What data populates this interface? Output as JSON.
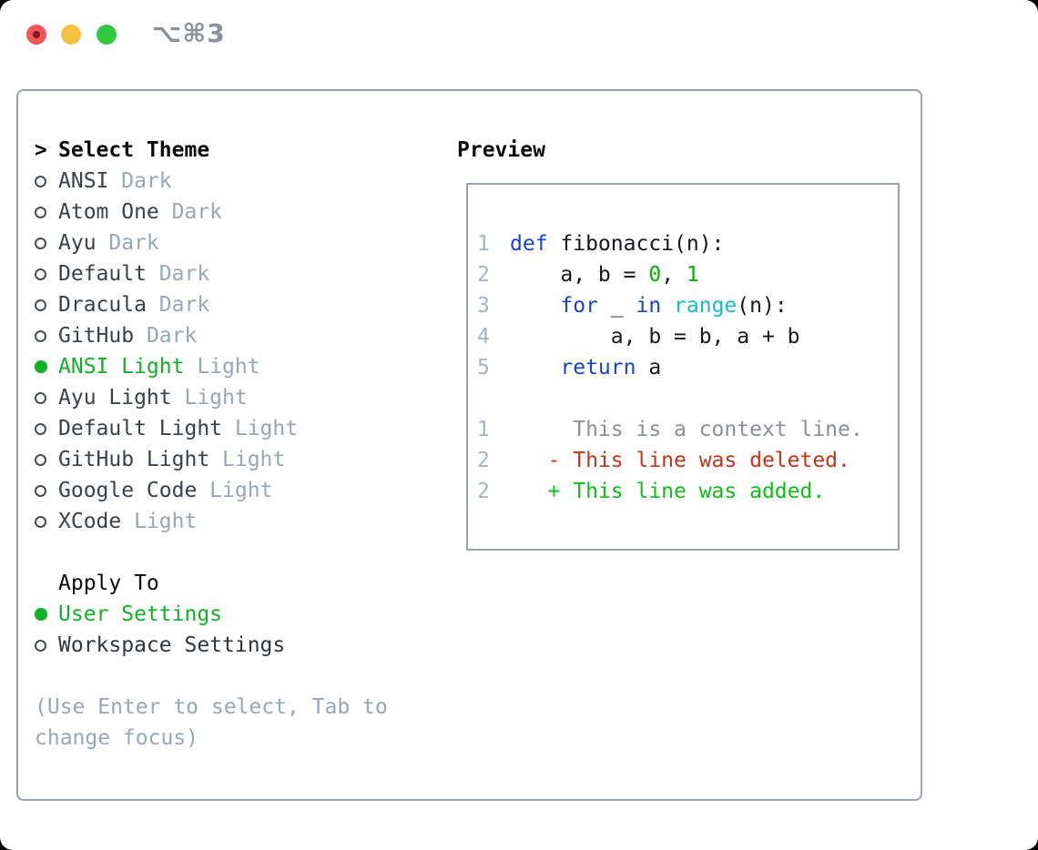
{
  "titlebar": {
    "shortcut": "⌥⌘3",
    "traffic_lights": [
      "close",
      "minimize",
      "zoom"
    ]
  },
  "theme_selector": {
    "cursor": ">",
    "heading": "Select Theme",
    "items": [
      {
        "name": "ANSI",
        "variant": "Dark",
        "selected": false
      },
      {
        "name": "Atom One",
        "variant": "Dark",
        "selected": false
      },
      {
        "name": "Ayu",
        "variant": "Dark",
        "selected": false
      },
      {
        "name": "Default",
        "variant": "Dark",
        "selected": false
      },
      {
        "name": "Dracula",
        "variant": "Dark",
        "selected": false
      },
      {
        "name": "GitHub",
        "variant": "Dark",
        "selected": false
      },
      {
        "name": "ANSI Light",
        "variant": "Light",
        "selected": true
      },
      {
        "name": "Ayu Light",
        "variant": "Light",
        "selected": false
      },
      {
        "name": "Default Light",
        "variant": "Light",
        "selected": false
      },
      {
        "name": "GitHub Light",
        "variant": "Light",
        "selected": false
      },
      {
        "name": "Google Code",
        "variant": "Light",
        "selected": false
      },
      {
        "name": "XCode",
        "variant": "Light",
        "selected": false
      }
    ]
  },
  "apply_to": {
    "heading": "Apply To",
    "options": [
      {
        "label": "User Settings",
        "selected": true
      },
      {
        "label": "Workspace Settings",
        "selected": false
      }
    ]
  },
  "help_text": "(Use Enter to select, Tab to change focus)",
  "preview": {
    "heading": "Preview",
    "lines": [
      {
        "num": "1",
        "tokens": [
          [
            "def",
            "keyword"
          ],
          [
            " fibonacci(n):",
            "plain"
          ]
        ]
      },
      {
        "num": "2",
        "tokens": [
          [
            "    a, b = ",
            "plain"
          ],
          [
            "0",
            "number"
          ],
          [
            ", ",
            "plain"
          ],
          [
            "1",
            "number"
          ]
        ]
      },
      {
        "num": "3",
        "tokens": [
          [
            "    ",
            "plain"
          ],
          [
            "for",
            "keyword"
          ],
          [
            " _ ",
            "plain"
          ],
          [
            "in",
            "keyword"
          ],
          [
            " ",
            "plain"
          ],
          [
            "range",
            "builtin"
          ],
          [
            "(n):",
            "plain"
          ]
        ]
      },
      {
        "num": "4",
        "tokens": [
          [
            "        a, b = b, a + b",
            "plain"
          ]
        ]
      },
      {
        "num": "5",
        "tokens": [
          [
            "    ",
            "plain"
          ],
          [
            "return",
            "keyword"
          ],
          [
            " a",
            "plain"
          ]
        ]
      },
      {
        "num": "",
        "tokens": []
      },
      {
        "num": "1",
        "tokens": [
          [
            "     This is a context line.",
            "context"
          ]
        ]
      },
      {
        "num": "2",
        "tokens": [
          [
            "   - This line was deleted.",
            "deleted"
          ]
        ]
      },
      {
        "num": "2",
        "tokens": [
          [
            "   + This line was added.",
            "added"
          ]
        ]
      }
    ]
  },
  "colors": {
    "accent_green": "#10b225",
    "keyword_blue": "#1843d0",
    "builtin_cyan": "#15bcd1",
    "number_green": "#0bab0f",
    "deleted_red": "#c43418",
    "added_green": "#0fbe18",
    "muted_gray": "#9aa6b4",
    "line_number_gray": "#a8b2c2",
    "border_gray": "#9aa3ae",
    "traffic_red": "#f2555a",
    "traffic_yellow": "#f6c244",
    "traffic_green": "#32c83c"
  }
}
